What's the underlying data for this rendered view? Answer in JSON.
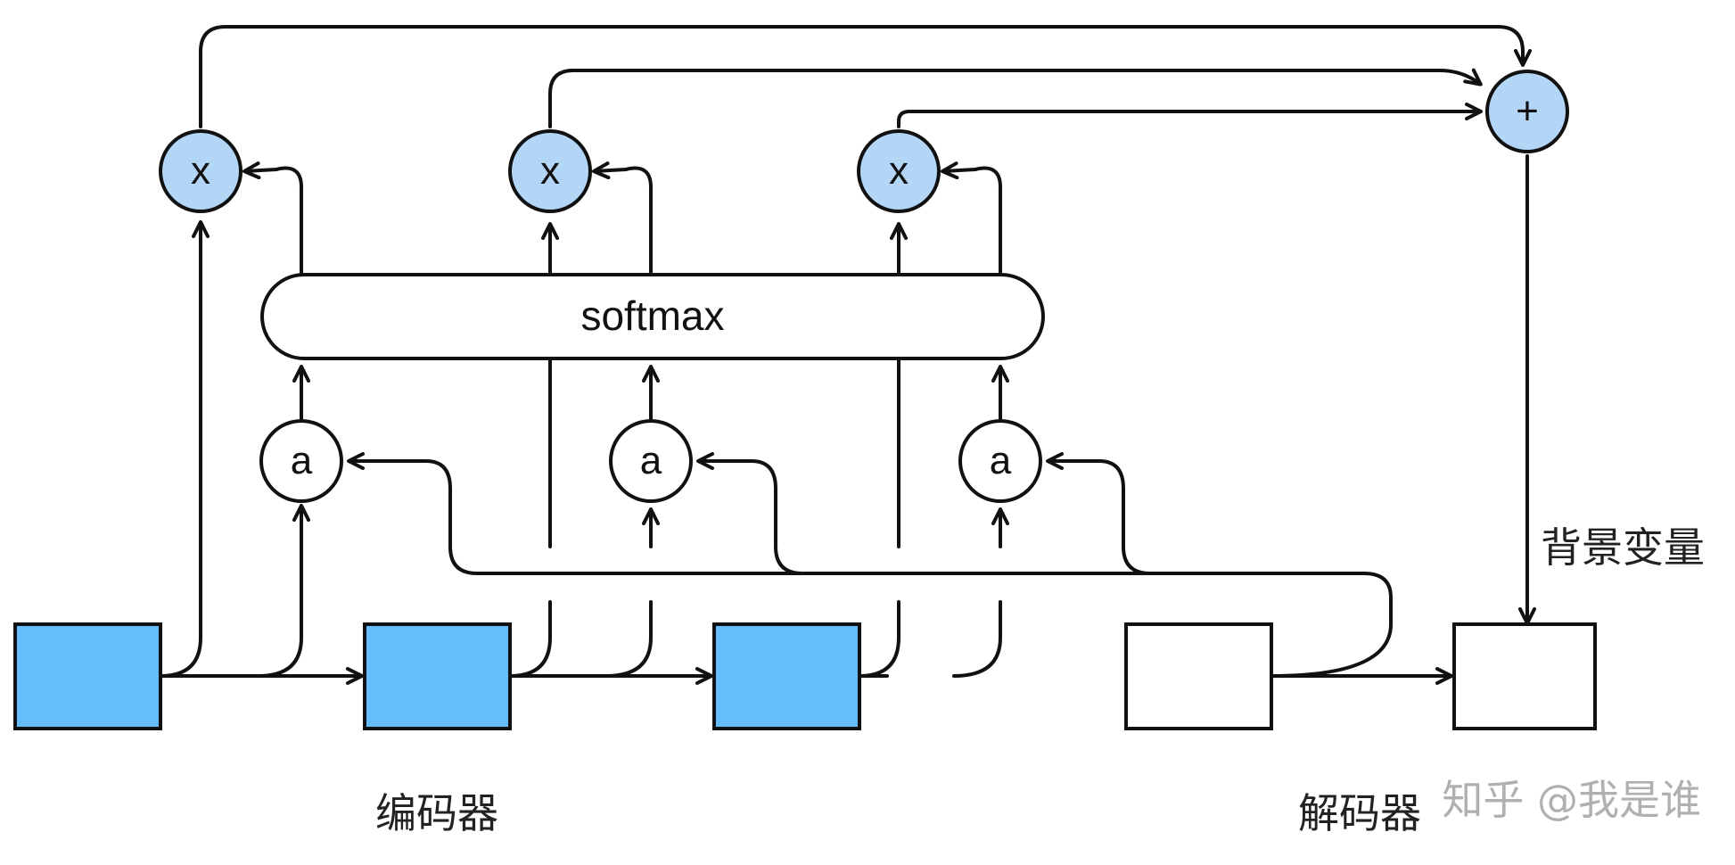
{
  "colors": {
    "encoder_fill": "#66bdfb",
    "decoder_fill": "#ffffff",
    "multiply_fill": "#b3d5f6",
    "sum_fill": "#b3d5f6",
    "score_fill": "#ffffff",
    "stroke": "#111111",
    "watermark": "#b0b0b0"
  },
  "labels": {
    "softmax": "softmax",
    "score_a": "a",
    "multiply_x": "x",
    "sum_plus": "+",
    "context_vector": "背景变量",
    "encoder": "编码器",
    "decoder": "解码器",
    "watermark": "知乎 @我是谁"
  },
  "icons": {
    "arrowhead": "arrowhead-icon"
  }
}
